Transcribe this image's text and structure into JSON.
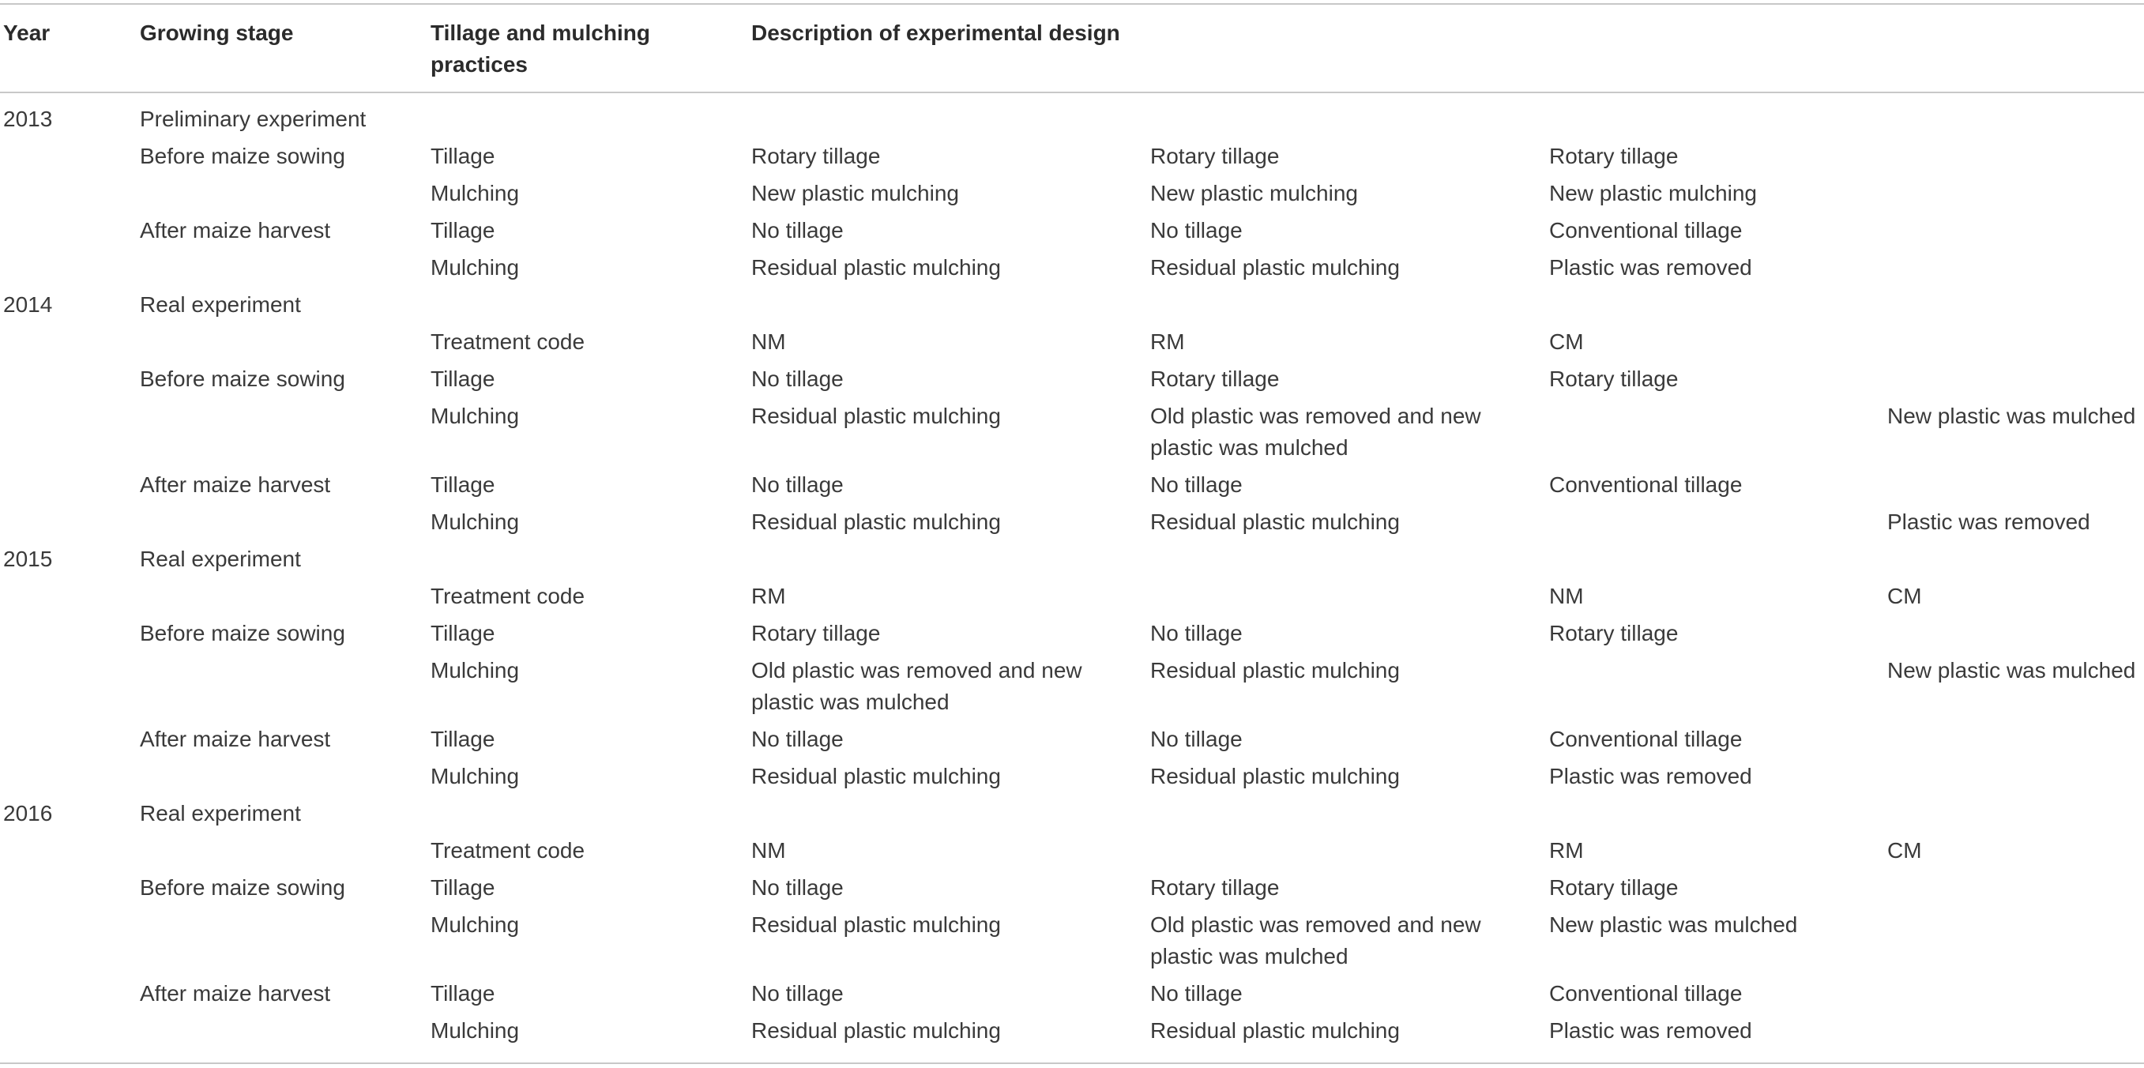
{
  "header": {
    "year": "Year",
    "growing_stage": "Growing stage",
    "practices_line1": "Tillage and mulching",
    "practices_line2": "practices",
    "description": "Description of experimental design"
  },
  "rows": [
    {
      "year": "2013",
      "stage": "Preliminary experiment",
      "practice": "",
      "d1": "",
      "d2": "",
      "d3": "",
      "d4": ""
    },
    {
      "year": "",
      "stage": "Before maize sowing",
      "practice": "Tillage",
      "d1": "Rotary tillage",
      "d2": "Rotary tillage",
      "d3": "Rotary tillage",
      "d4": ""
    },
    {
      "year": "",
      "stage": "",
      "practice": "Mulching",
      "d1": "New plastic mulching",
      "d2": "New plastic mulching",
      "d3": "New plastic mulching",
      "d4": ""
    },
    {
      "year": "",
      "stage": "After maize harvest",
      "practice": "Tillage",
      "d1": "No tillage",
      "d2": "No tillage",
      "d3": "Conventional tillage",
      "d4": ""
    },
    {
      "year": "",
      "stage": "",
      "practice": "Mulching",
      "d1": "Residual plastic mulching",
      "d2": "Residual plastic mulching",
      "d3": "Plastic was removed",
      "d4": ""
    },
    {
      "year": "2014",
      "stage": "Real experiment",
      "practice": "",
      "d1": "",
      "d2": "",
      "d3": "",
      "d4": ""
    },
    {
      "year": "",
      "stage": "",
      "practice": "Treatment code",
      "d1": "NM",
      "d2": "RM",
      "d3": "CM",
      "d4": ""
    },
    {
      "year": "",
      "stage": "Before maize sowing",
      "practice": "Tillage",
      "d1": "No tillage",
      "d2": "Rotary tillage",
      "d3": "Rotary tillage",
      "d4": ""
    },
    {
      "year": "",
      "stage": "",
      "practice": "Mulching",
      "d1": "Residual plastic mulching",
      "d2": "Old plastic was removed and new plastic was mulched",
      "d3": "",
      "d4": "New plastic was mulched"
    },
    {
      "year": "",
      "stage": "After maize harvest",
      "practice": "Tillage",
      "d1": "No tillage",
      "d2": "No tillage",
      "d3": "Conventional tillage",
      "d4": ""
    },
    {
      "year": "",
      "stage": "",
      "practice": "Mulching",
      "d1": "Residual plastic mulching",
      "d2": "Residual plastic mulching",
      "d3": "",
      "d4": "Plastic was removed"
    },
    {
      "year": "2015",
      "stage": "Real experiment",
      "practice": "",
      "d1": "",
      "d2": "",
      "d3": "",
      "d4": ""
    },
    {
      "year": "",
      "stage": "",
      "practice": "Treatment code",
      "d1": "RM",
      "d2": "",
      "d3": "NM",
      "d4": "CM"
    },
    {
      "year": "",
      "stage": "Before maize sowing",
      "practice": "Tillage",
      "d1": "Rotary tillage",
      "d2": "No tillage",
      "d3": "Rotary tillage",
      "d4": ""
    },
    {
      "year": "",
      "stage": "",
      "practice": "Mulching",
      "d1": "Old plastic was removed and new plastic was mulched",
      "d2": "Residual plastic mulching",
      "d3": "",
      "d4": "New plastic was mulched"
    },
    {
      "year": "",
      "stage": "After maize harvest",
      "practice": "Tillage",
      "d1": "No tillage",
      "d2": "No tillage",
      "d3": "Conventional tillage",
      "d4": ""
    },
    {
      "year": "",
      "stage": "",
      "practice": "Mulching",
      "d1": "Residual plastic mulching",
      "d2": "Residual plastic mulching",
      "d3": "Plastic was removed",
      "d4": ""
    },
    {
      "year": "2016",
      "stage": "Real experiment",
      "practice": "",
      "d1": "",
      "d2": "",
      "d3": "",
      "d4": ""
    },
    {
      "year": "",
      "stage": "",
      "practice": "Treatment code",
      "d1": "NM",
      "d2": "",
      "d3": "RM",
      "d4": "CM"
    },
    {
      "year": "",
      "stage": "Before maize sowing",
      "practice": "Tillage",
      "d1": "No tillage",
      "d2": "Rotary tillage",
      "d3": "Rotary tillage",
      "d4": ""
    },
    {
      "year": "",
      "stage": "",
      "practice": "Mulching",
      "d1": "Residual plastic mulching",
      "d2": "Old plastic was removed and new plastic was mulched",
      "d3": "New plastic was mulched",
      "d4": ""
    },
    {
      "year": "",
      "stage": "After maize harvest",
      "practice": "Tillage",
      "d1": "No tillage",
      "d2": "No tillage",
      "d3": "Conventional tillage",
      "d4": ""
    },
    {
      "year": "",
      "stage": "",
      "practice": "Mulching",
      "d1": "Residual plastic mulching",
      "d2": "Residual plastic mulching",
      "d3": "Plastic was removed",
      "d4": ""
    }
  ]
}
